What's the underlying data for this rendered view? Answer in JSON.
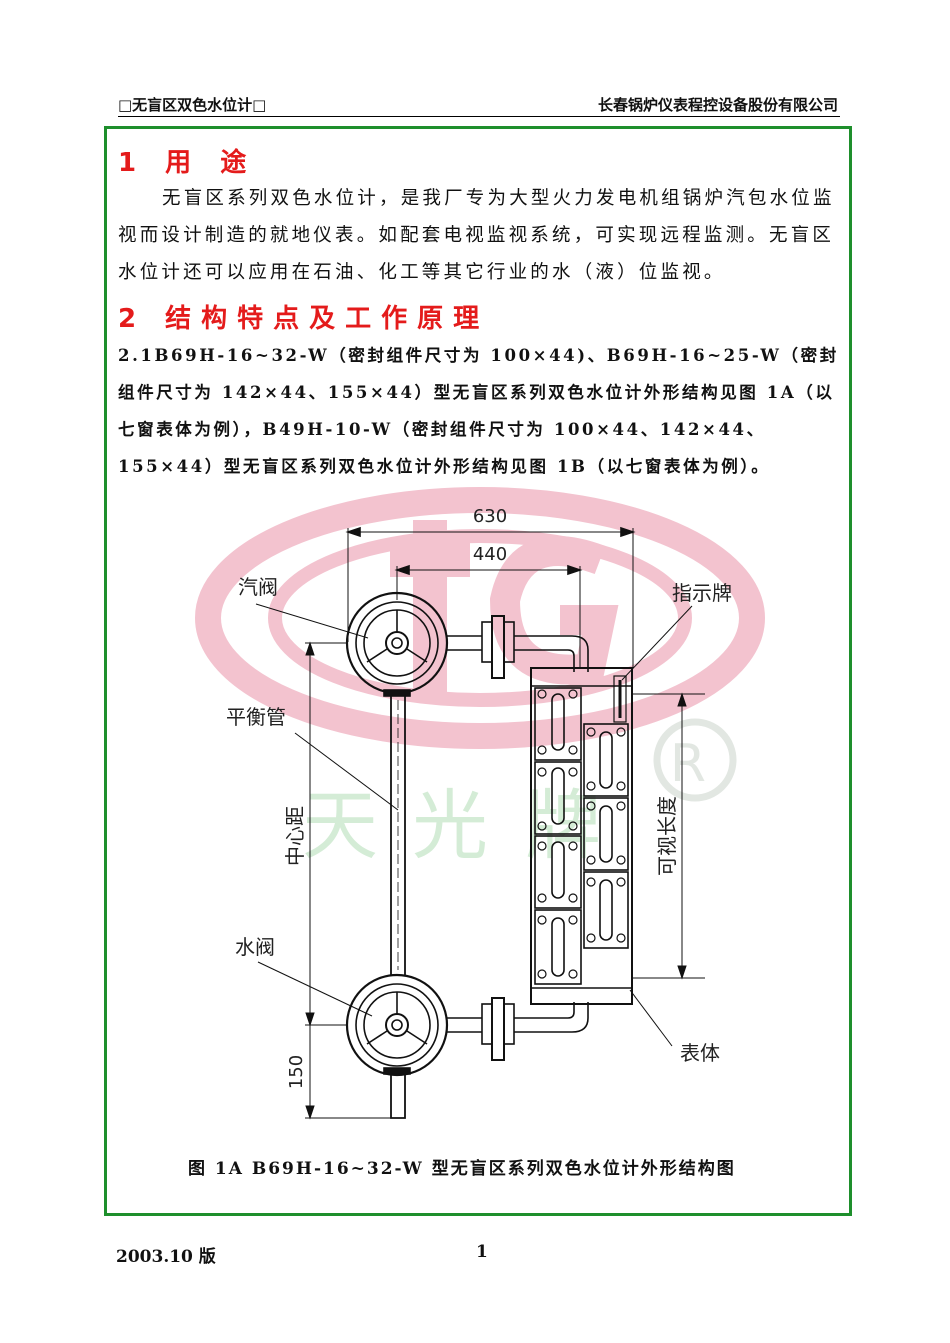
{
  "header": {
    "left": "□无盲区双色水位计□",
    "right": "长春锅炉仪表程控设备股份有限公司"
  },
  "section1": {
    "title": "1 用  途",
    "paragraph": "无盲区系列双色水位计，是我厂专为大型火力发电机组锅炉汽包水位监视而设计制造的就地仪表。如配套电视监视系统，可实现远程监测。无盲区水位计还可以应用在石油、化工等其它行业的水（液）位监视。"
  },
  "section2": {
    "title": "2 结构特点及工作原理",
    "paragraph": "2.1B69H-16~32-W（密封组件尺寸为 100×44)、B69H-16~25-W（密封组件尺寸为 142×44、155×44）型无盲区系列双色水位计外形结构见图 1A（以七窗表体为例），B49H-10-W（密封组件尺寸为 100×44、142×44、155×44）型无盲区系列双色水位计外形结构见图 1B（以七窗表体为例）。"
  },
  "figure": {
    "dim_630": "630",
    "dim_440": "440",
    "dim_150": "150",
    "label_steam_valve": "汽阀",
    "label_balance_tube": "平衡管",
    "label_center_distance": "中心距",
    "label_water_valve": "水阀",
    "label_indicator_plate": "指示牌",
    "label_visible_length": "可视长度",
    "label_gauge_body": "表体",
    "watermark_text": [
      "天",
      "光",
      "牌"
    ],
    "caption": "图 1A  B69H-16~32-W 型无盲区系列双色水位计外形结构图"
  },
  "footer": {
    "version": "2003.10 版",
    "page_number": "1"
  },
  "colors": {
    "frame": "#1e8f2c",
    "section_title": "#e41b1b",
    "watermark_logo": "#f3c3cf",
    "watermark_text": "#d4ecd6"
  }
}
